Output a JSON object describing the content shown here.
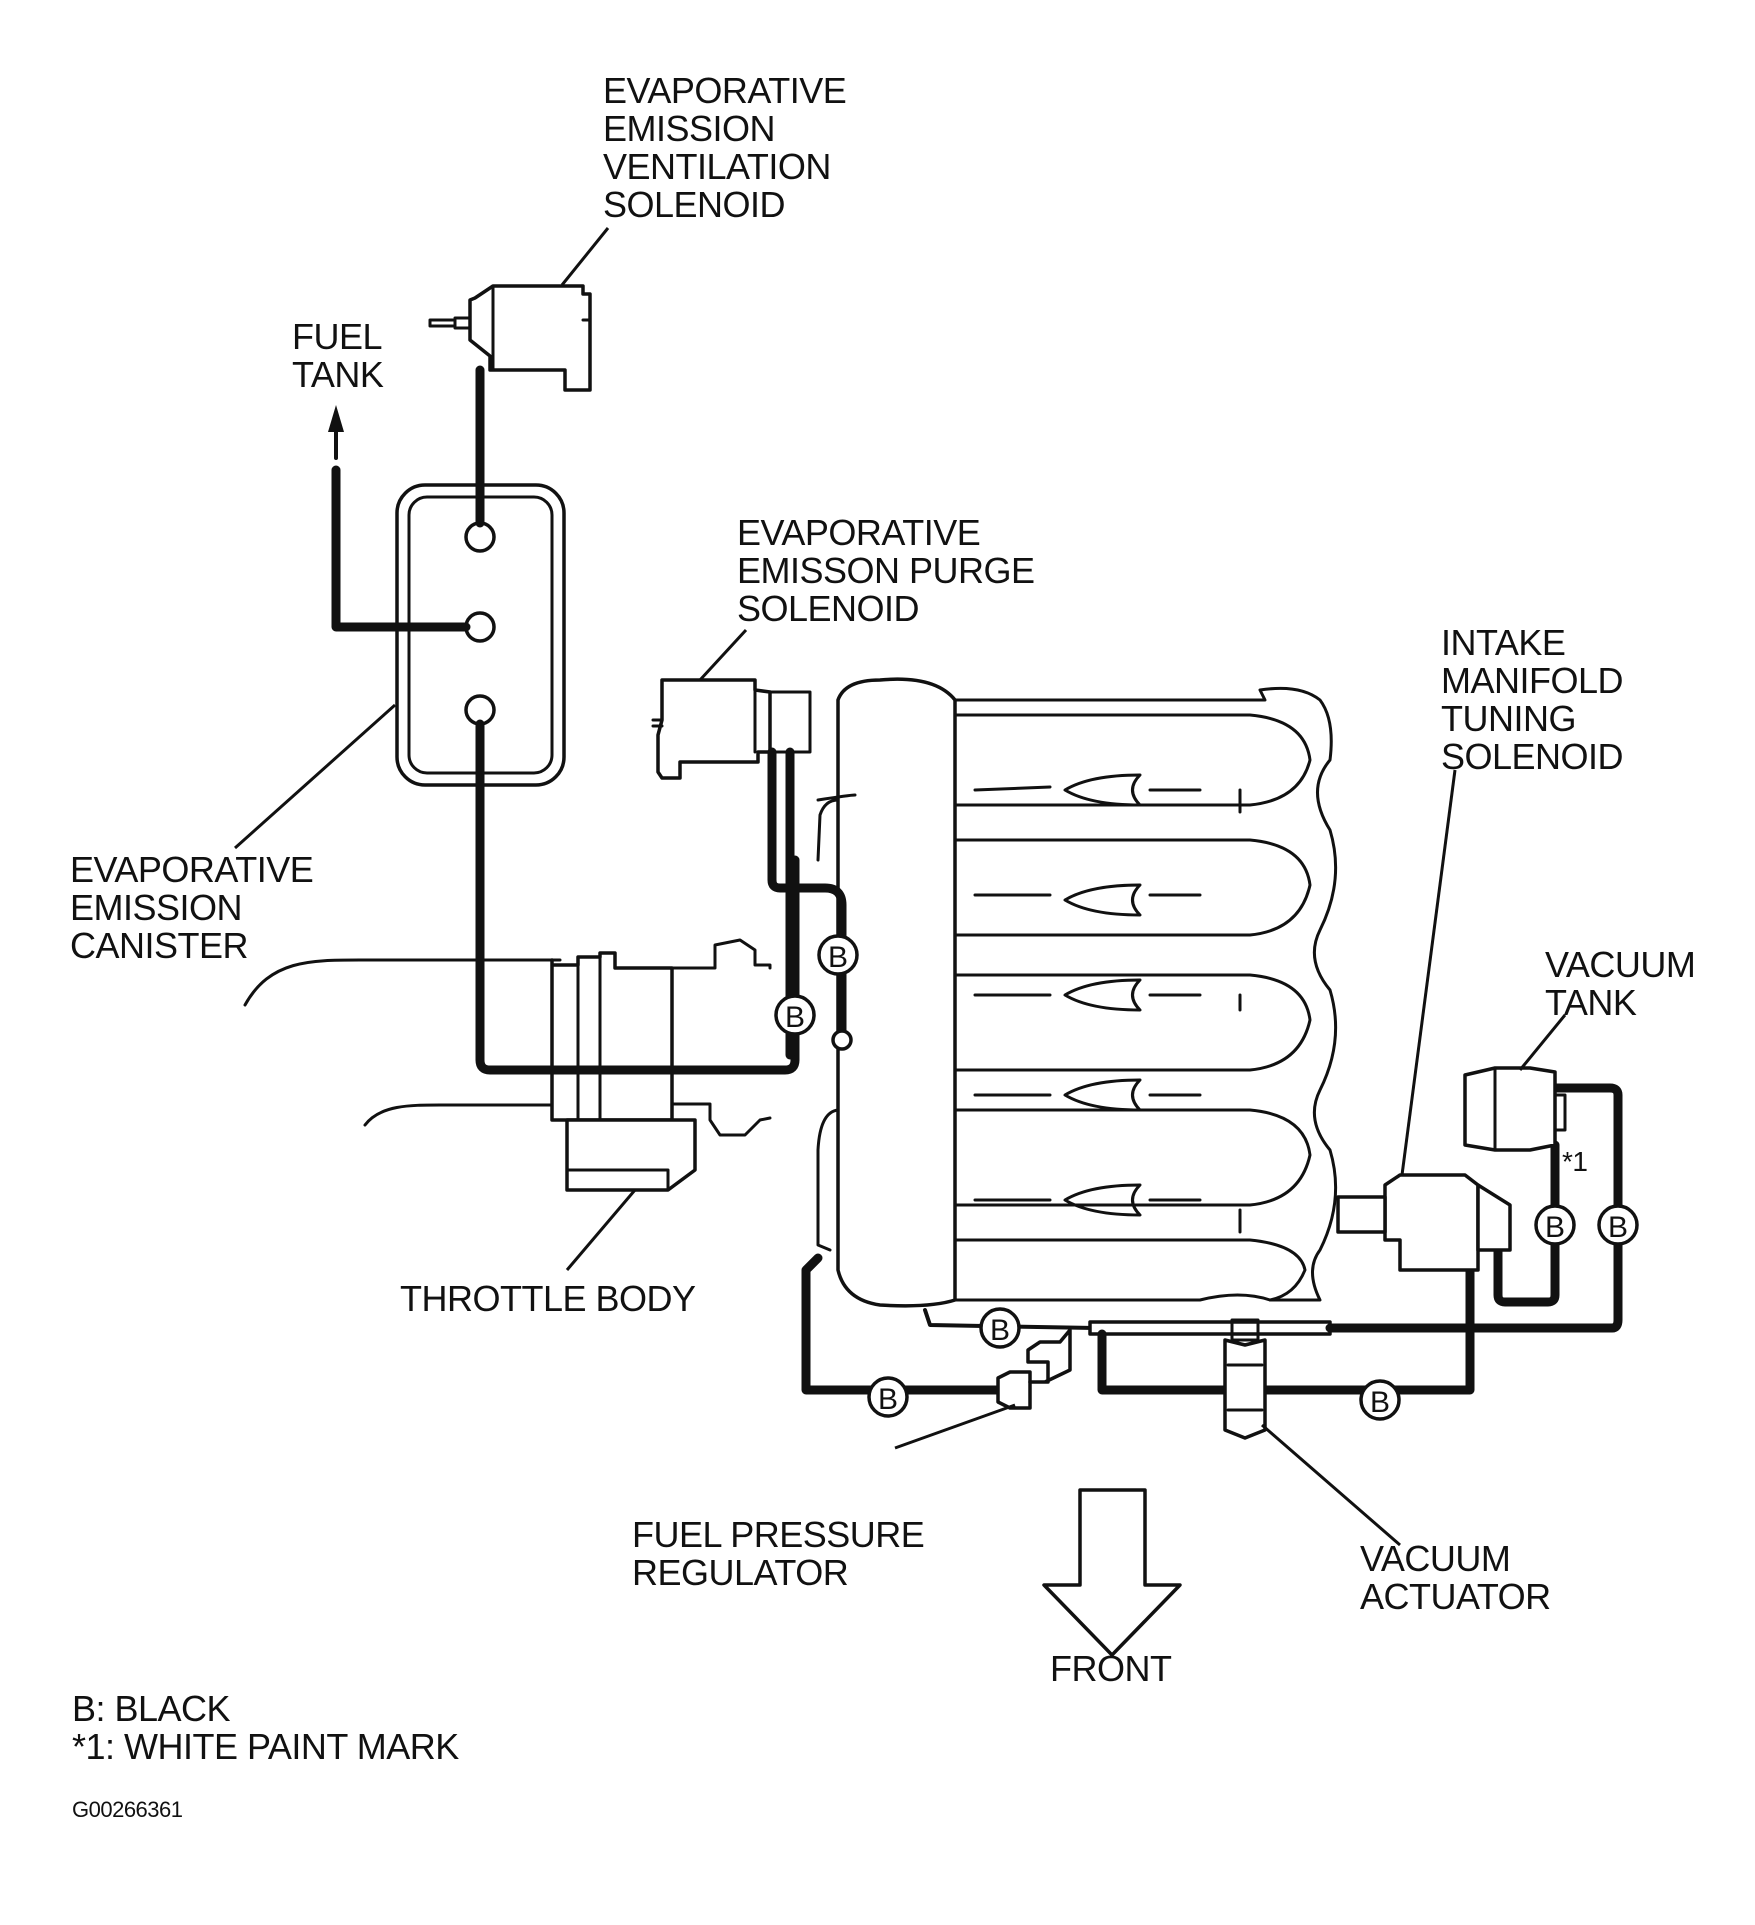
{
  "labels": {
    "vent_solenoid": [
      "EVAPORATIVE",
      "EMISSION",
      "VENTILATION",
      "SOLENOID"
    ],
    "fuel_tank": [
      "FUEL",
      "TANK"
    ],
    "purge_solenoid": [
      "EVAPORATIVE",
      "EMISSON PURGE",
      "SOLENOID"
    ],
    "canister": [
      "EVAPORATIVE",
      "EMISSION",
      "CANISTER"
    ],
    "imt_solenoid": [
      "INTAKE",
      "MANIFOLD",
      "TUNING",
      "SOLENOID"
    ],
    "vacuum_tank": [
      "VACUUM",
      "TANK"
    ],
    "throttle_body": "THROTTLE BODY",
    "fuel_pressure_regulator": [
      "FUEL PRESSURE",
      "REGULATOR"
    ],
    "vacuum_actuator": [
      "VACUUM",
      "ACTUATOR"
    ],
    "front": "FRONT",
    "paint_mark_ref": "*1"
  },
  "hose_marker": "B",
  "legend": [
    "B: BLACK",
    "*1: WHITE PAINT MARK"
  ],
  "figure_id": "G00266361"
}
